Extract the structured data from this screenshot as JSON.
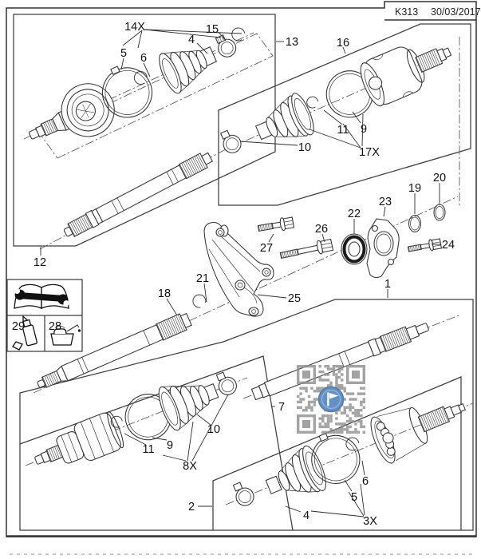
{
  "header": {
    "code": "K313",
    "date": "30/03/2017"
  },
  "callouts": {
    "n14x": "14X",
    "n15": "15",
    "n4_top": "4",
    "n13": "13",
    "n16": "16",
    "n5_top": "5",
    "n6_top": "6",
    "n9_top": "9",
    "n11_top": "11",
    "n10_top": "10",
    "n17x": "17X",
    "n12": "12",
    "n20": "20",
    "n19": "19",
    "n23": "23",
    "n22": "22",
    "n26": "26",
    "n27": "27",
    "n24": "24",
    "n21": "21",
    "n18": "18",
    "n25": "25",
    "n1": "1",
    "n29": "29",
    "n28": "28",
    "n7": "7",
    "n10_bottom": "10",
    "n9_bottom": "9",
    "n11_bottom": "11",
    "n8x": "8X",
    "n2": "2",
    "n6_bottom": "6",
    "n5_bottom": "5",
    "n4_bottom": "4",
    "n3x": "3X"
  },
  "icons": {
    "manual": "book-wrench-icon",
    "sealant": "sealant-bottle-icon",
    "oil": "oil-can-icon"
  },
  "watermark": {
    "accent": "#4077b8",
    "ring": "#2e5f96",
    "module": "#8f8f8f"
  }
}
